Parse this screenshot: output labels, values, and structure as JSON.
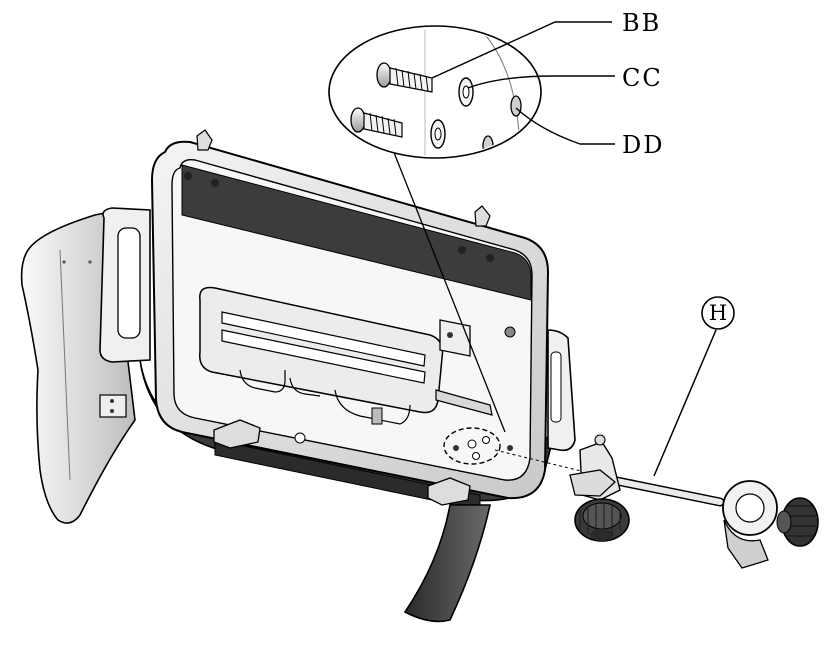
{
  "callouts": {
    "bb": "BB",
    "cc": "CC",
    "dd": "DD"
  },
  "reference": {
    "h": "H"
  },
  "colors": {
    "line": "#000000",
    "dark_part": "#3a3a3a",
    "mid_part": "#8a8a8a",
    "light_part": "#e6e6e6",
    "background": "#ffffff"
  }
}
